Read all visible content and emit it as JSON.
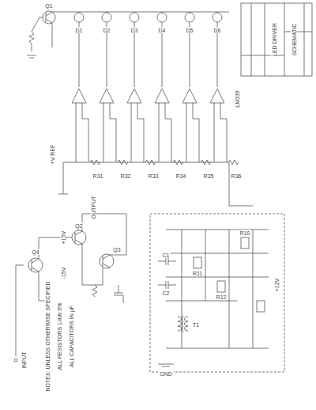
{
  "diagram": {
    "labels": [
      "Q1",
      "D1",
      "D2",
      "D3",
      "D4",
      "D5",
      "D6",
      "R31",
      "R32",
      "R33",
      "R34",
      "R35",
      "R36",
      "LM339",
      "+V REF",
      "LED DRIVER",
      "SCHEMATIC",
      "OUTPUT",
      "Q2",
      "Q3",
      "Q4",
      "INPUT",
      "+15V",
      "-15V",
      "NOTES: UNLESS OTHERWISE SPECIFIED",
      "ALL RESISTORS 1/4W 5%",
      "ALL CAPACITORS IN µF",
      "T1",
      "C1",
      "C2",
      "R10",
      "R11",
      "R12",
      "+12V",
      "GND"
    ]
  }
}
